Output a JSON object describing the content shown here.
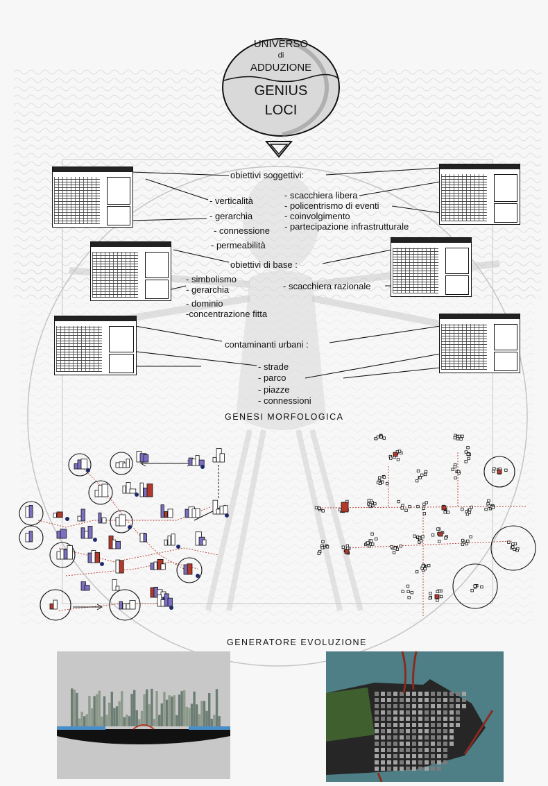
{
  "emblem": {
    "line1": "UNIVERSO",
    "line2": "di",
    "line3": "ADDUZIONE",
    "line4": "GENIUS",
    "line5": "LOCI"
  },
  "objectives_subjective": {
    "heading": "obiettivi soggettivi:",
    "left_items": [
      "- verticalità",
      "- gerarchia",
      "- connessione",
      "- permeabilità"
    ],
    "right_items": [
      "- scacchiera  libera",
      "- policentrismo di  eventi",
      "- coinvolgimento",
      "- partecipazione infrastrutturale"
    ]
  },
  "objectives_base": {
    "heading": "obiettivi  di  base :",
    "left_items": [
      "- simbolismo",
      "- gerarchia",
      "- dominio",
      "-concentrazione fitta"
    ],
    "right_items": [
      "- scacchiera  razionale"
    ]
  },
  "urban_contaminants": {
    "heading": "contaminanti  urbani :",
    "items": [
      "- strade",
      "- parco",
      "- piazze",
      "- connessioni"
    ]
  },
  "sections": {
    "morphological": "GENESI   MORFOLOGICA",
    "evolution": "GENERATORE  EVOLUZIONE"
  },
  "colors": {
    "background": "#f7f7f7",
    "emblem_fill": "#d9d9d9",
    "sky": "#c8c8c8",
    "water": "#4e7f86",
    "accent_red": "#b33a2a",
    "accent_violet": "#7a6fc0"
  }
}
